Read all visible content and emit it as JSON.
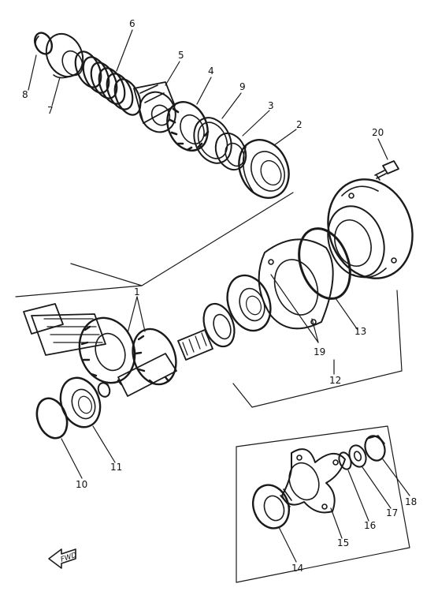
{
  "callouts": {
    "p1": "1",
    "p2": "2",
    "p3": "3",
    "p4": "4",
    "p5": "5",
    "p6": "6",
    "p7": "7",
    "p8": "8",
    "p9": "9",
    "p10": "10",
    "p11": "11",
    "p12": "12",
    "p13": "13",
    "p14": "14",
    "p15": "15",
    "p16": "16",
    "p17": "17",
    "p18": "18",
    "p19": "19",
    "p20": "20"
  },
  "front_arrow_label": "FWD",
  "line_color": "#1a1a1a",
  "icons": {
    "front_arrow": "front-direction-arrow"
  }
}
